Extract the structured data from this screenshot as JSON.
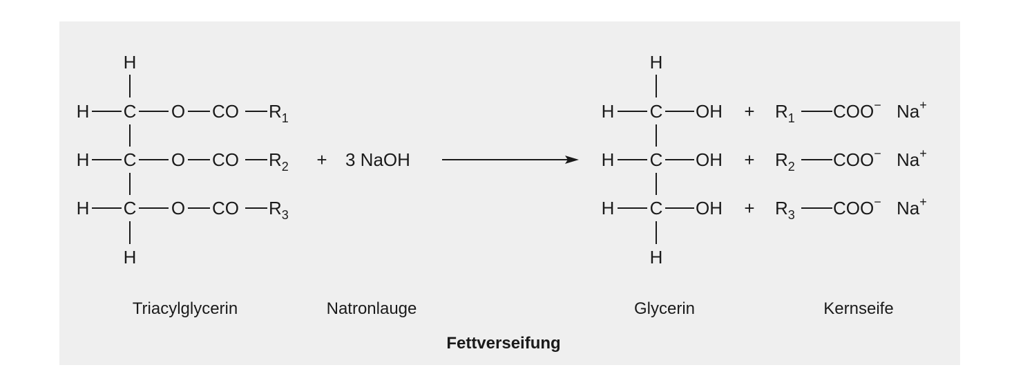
{
  "diagram": {
    "title": "Fettverseifung",
    "reactants": {
      "triacylglycerin": {
        "label": "Triacylglycerin",
        "top_h": "H",
        "bottom_h": "H",
        "rows": [
          {
            "h": "H",
            "c": "C",
            "o": "O",
            "co": "CO",
            "r": "R",
            "r_sub": "1"
          },
          {
            "h": "H",
            "c": "C",
            "o": "O",
            "co": "CO",
            "r": "R",
            "r_sub": "2"
          },
          {
            "h": "H",
            "c": "C",
            "o": "O",
            "co": "CO",
            "r": "R",
            "r_sub": "3"
          }
        ]
      },
      "plus": "+",
      "naoh": {
        "formula": "3 NaOH",
        "label": "Natronlauge"
      }
    },
    "products": {
      "glycerin": {
        "label": "Glycerin",
        "top_h": "H",
        "bottom_h": "H",
        "rows": [
          {
            "h": "H",
            "c": "C",
            "oh": "OH"
          },
          {
            "h": "H",
            "c": "C",
            "oh": "OH"
          },
          {
            "h": "H",
            "c": "C",
            "oh": "OH"
          }
        ]
      },
      "soap": {
        "label": "Kernseife",
        "rows": [
          {
            "plus": "+",
            "r": "R",
            "r_sub": "1",
            "coo": "COO",
            "charge_minus": "−",
            "na": "Na",
            "charge_plus": "+"
          },
          {
            "plus": "+",
            "r": "R",
            "r_sub": "2",
            "coo": "COO",
            "charge_minus": "−",
            "na": "Na",
            "charge_plus": "+"
          },
          {
            "plus": "+",
            "r": "R",
            "r_sub": "3",
            "coo": "COO",
            "charge_minus": "−",
            "na": "Na",
            "charge_plus": "+"
          }
        ]
      }
    }
  }
}
